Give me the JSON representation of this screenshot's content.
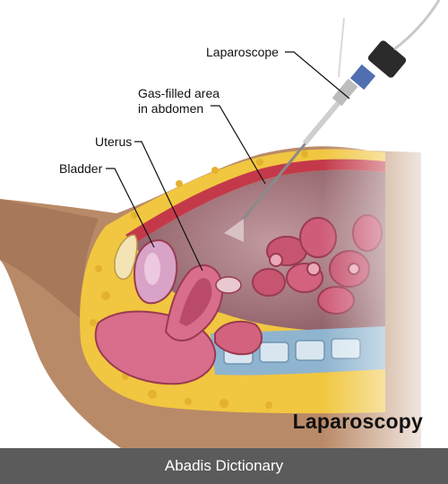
{
  "diagram": {
    "title": "Laparoscopy",
    "labels": {
      "laparoscope": "Laparoscope",
      "gas_line1": "Gas-filled area",
      "gas_line2": "in abdomen",
      "uterus": "Uterus",
      "bladder": "Bladder"
    }
  },
  "footer": {
    "text": "Abadis Dictionary"
  },
  "colors": {
    "skin": "#b98a67",
    "fat": "#f1c640",
    "muscle": "#c4394a",
    "cavity": "#a87a80",
    "organ_pink": "#d86d8c",
    "intestine": "#c75570",
    "spine_blue": "#8fb4cf",
    "footer_bg": "#5b5b5b"
  }
}
